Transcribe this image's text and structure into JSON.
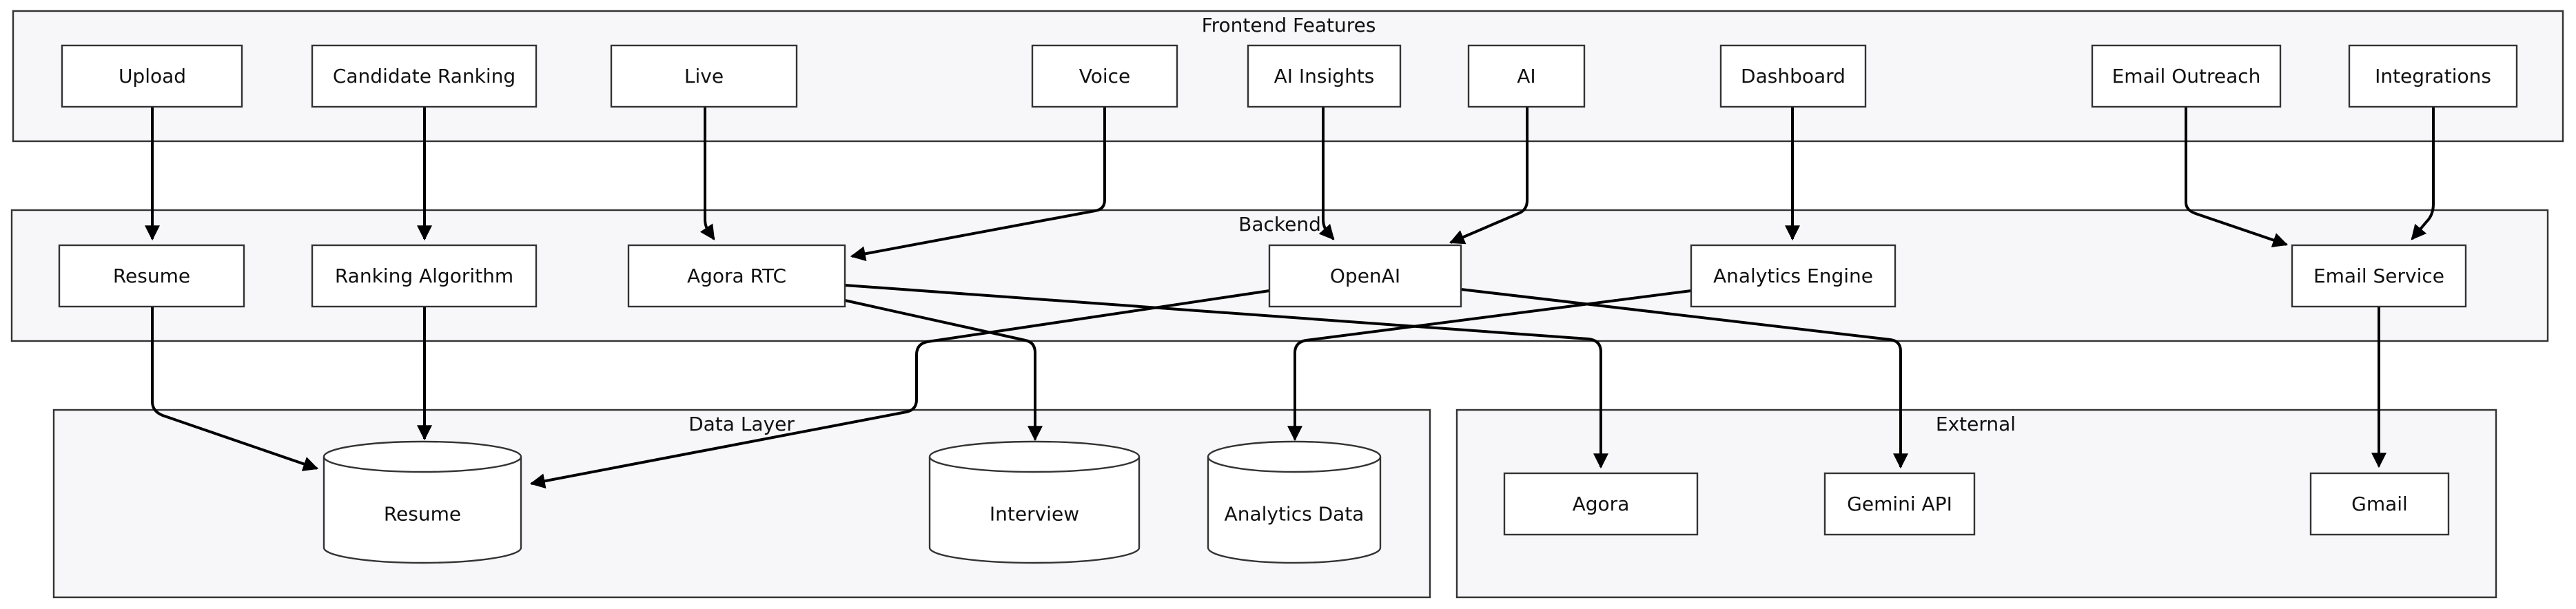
{
  "groups": {
    "frontend": "Frontend Features",
    "backend": "Backend",
    "data": "Data Layer",
    "external": "External"
  },
  "frontend": {
    "upload": "Upload",
    "candidate_ranking": "Candidate Ranking",
    "live": "Live",
    "voice": "Voice",
    "ai_insights": "AI Insights",
    "ai": "AI",
    "dashboard": "Dashboard",
    "email_outreach": "Email Outreach",
    "integrations": "Integrations"
  },
  "backend": {
    "resume": "Resume",
    "ranking_algorithm": "Ranking Algorithm",
    "agora_rtc": "Agora RTC",
    "openai": "OpenAI",
    "analytics_engine": "Analytics Engine",
    "email_service": "Email Service"
  },
  "data_layer": {
    "resume": "Resume",
    "interview": "Interview",
    "analytics_data": "Analytics Data"
  },
  "external": {
    "agora": "Agora",
    "gemini_api": "Gemini API",
    "gmail": "Gmail"
  },
  "colors": {
    "agora": "#ff6b6b",
    "gemini_api": "#4ecdc4",
    "gmail": "#45b7d1",
    "group_fill": "#f7f7fa"
  }
}
